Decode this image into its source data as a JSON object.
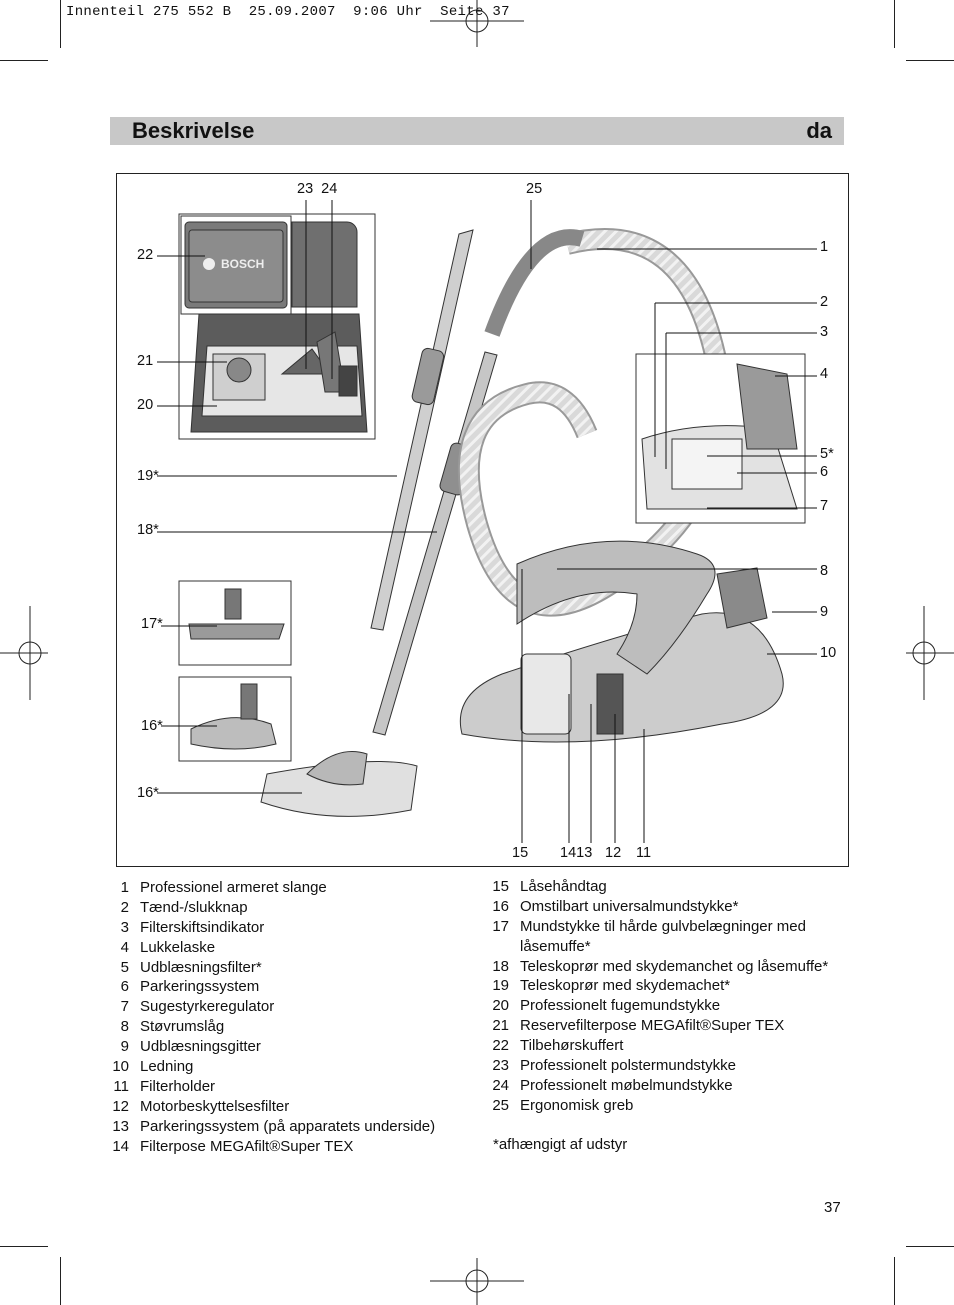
{
  "print_header": "Innenteil 275 552 B  25.09.2007  9:06 Uhr  Seite 37",
  "title": "Beskrivelse",
  "lang": "da",
  "callouts": {
    "c23_24": "23  24",
    "c25": "25",
    "c1": "1",
    "c22": "22",
    "c2": "2",
    "c3": "3",
    "c21": "21",
    "c4": "4",
    "c20": "20",
    "c5": "5*",
    "c6": "6",
    "c19": "19*",
    "c7": "7",
    "c18": "18*",
    "c8": "8",
    "c9": "9",
    "c17": "17*",
    "c10": "10",
    "c16a": "16*",
    "c16b": "16*",
    "c15": "15",
    "c14_13": "1413",
    "c12": "12",
    "c11": "11"
  },
  "brand_logo_text": "BOSCH",
  "legend_left": [
    {
      "num": "1",
      "text": "Professionel armeret slange"
    },
    {
      "num": "2",
      "text": "Tænd-/slukknap"
    },
    {
      "num": "3",
      "text": "Filterskiftsindikator"
    },
    {
      "num": "4",
      "text": "Lukkelaske"
    },
    {
      "num": "5",
      "text": "Udblæsningsfilter*"
    },
    {
      "num": "6",
      "text": "Parkeringssystem"
    },
    {
      "num": "7",
      "text": "Sugestyrkeregulator"
    },
    {
      "num": "8",
      "text": "Støvrumslåg"
    },
    {
      "num": "9",
      "text": "Udblæsningsgitter"
    },
    {
      "num": "10",
      "text": "Ledning"
    },
    {
      "num": "11",
      "text": "Filterholder"
    },
    {
      "num": "12",
      "text": "Motorbeskyttelsesfilter"
    },
    {
      "num": "13",
      "text": "Parkeringssystem (på apparatets underside)"
    },
    {
      "num": "14",
      "text": "Filterpose MEGAfilt®Super TEX"
    }
  ],
  "legend_right": [
    {
      "num": "15",
      "text": "Låsehåndtag"
    },
    {
      "num": "16",
      "text": "Omstilbart universalmundstykke*"
    },
    {
      "num": "17",
      "text": "Mundstykke til hårde gulvbelægninger med låsemuffe*"
    },
    {
      "num": "18",
      "text": "Teleskoprør med skydemanchet og låsemuffe*"
    },
    {
      "num": "19",
      "text": "Teleskoprør med skydemachet*"
    },
    {
      "num": "20",
      "text": "Professionelt fugemundstykke"
    },
    {
      "num": "21",
      "text": "Reservefilterpose MEGAfilt®Super TEX"
    },
    {
      "num": "22",
      "text": "Tilbehørskuffert"
    },
    {
      "num": "23",
      "text": "Professionelt polstermundstykke"
    },
    {
      "num": "24",
      "text": "Professionelt møbelmundstykke"
    },
    {
      "num": "25",
      "text": "Ergonomisk greb"
    }
  ],
  "footnote": "*afhængigt af udstyr",
  "page_number": "37"
}
